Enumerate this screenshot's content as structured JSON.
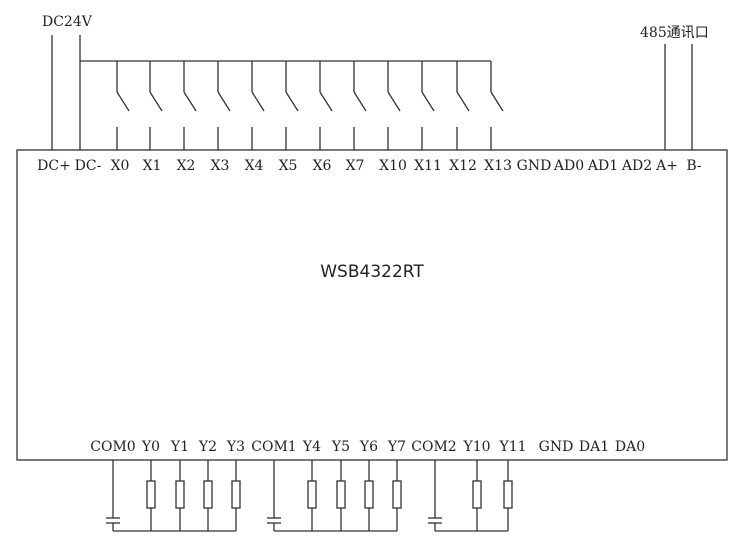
{
  "diagram": {
    "power_label": "DC24V",
    "comm_label": "485通讯口",
    "module_name": "WSB4322RT",
    "top_terminals": [
      "DC+",
      "DC-",
      "X0",
      "X1",
      "X2",
      "X3",
      "X4",
      "X5",
      "X6",
      "X7",
      "X10",
      "X11",
      "X12",
      "X13",
      "GND",
      "AD0",
      "AD1",
      "AD2",
      "A+",
      "B-"
    ],
    "bottom_terminals": [
      "COM0",
      "Y0",
      "Y1",
      "Y2",
      "Y3",
      "COM1",
      "Y4",
      "Y5",
      "Y6",
      "Y7",
      "COM2",
      "Y10",
      "Y11",
      "GND",
      "DA1",
      "DA0"
    ],
    "input_switch_terminals": [
      "X0",
      "X1",
      "X2",
      "X3",
      "X4",
      "X5",
      "X6",
      "X7",
      "X10",
      "X11",
      "X12",
      "X13"
    ],
    "output_groups": [
      {
        "common": "COM0",
        "outputs": [
          "Y0",
          "Y1",
          "Y2",
          "Y3"
        ]
      },
      {
        "common": "COM1",
        "outputs": [
          "Y4",
          "Y5",
          "Y6",
          "Y7"
        ]
      },
      {
        "common": "COM2",
        "outputs": [
          "Y10",
          "Y11"
        ]
      }
    ]
  }
}
